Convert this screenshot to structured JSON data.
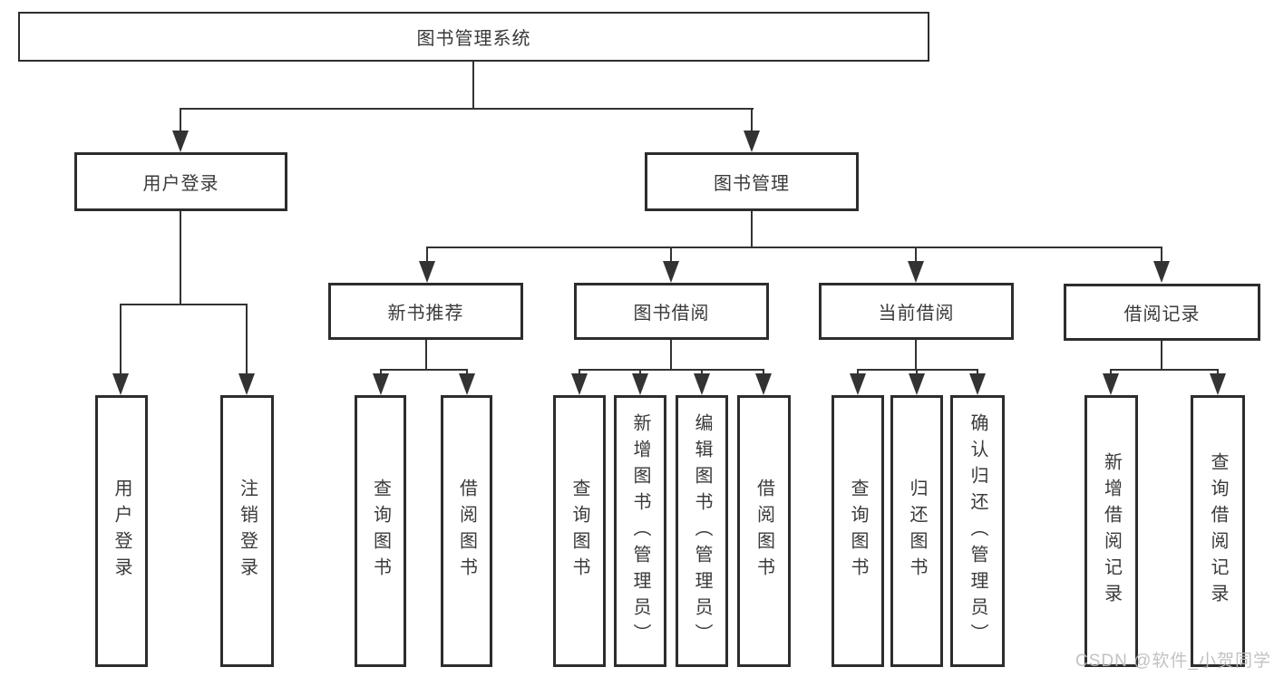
{
  "tree": {
    "label": "图书管理系统",
    "children": [
      {
        "label": "用户登录",
        "children": [
          {
            "label": "用户登录"
          },
          {
            "label": "注销登录"
          }
        ]
      },
      {
        "label": "图书管理",
        "children": [
          {
            "label": "新书推荐",
            "children": [
              {
                "label": "查询图书"
              },
              {
                "label": "借阅图书"
              }
            ]
          },
          {
            "label": "图书借阅",
            "children": [
              {
                "label": "查询图书"
              },
              {
                "label": "新增图书（管理员）"
              },
              {
                "label": "编辑图书（管理员）"
              },
              {
                "label": "借阅图书"
              }
            ]
          },
          {
            "label": "当前借阅",
            "children": [
              {
                "label": "查询图书"
              },
              {
                "label": "归还图书"
              },
              {
                "label": "确认归还（管理员）"
              }
            ]
          },
          {
            "label": "借阅记录",
            "children": [
              {
                "label": "新增借阅记录"
              },
              {
                "label": "查询借阅记录"
              }
            ]
          }
        ]
      }
    ]
  },
  "watermark": {
    "text": "CSDN @软件_小贺同学"
  },
  "colors": {
    "background": "#ffffff",
    "line": "#333333",
    "box_border": "#2d2d2d",
    "text": "#3a3a3a",
    "watermark": "#bbbbbb"
  }
}
